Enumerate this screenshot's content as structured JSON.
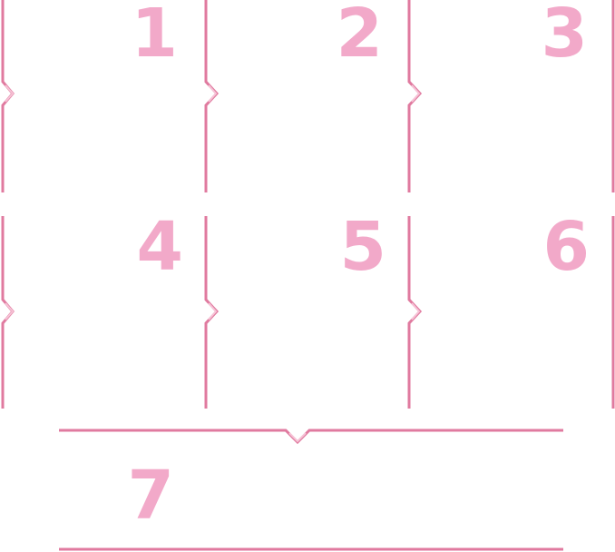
{
  "colors": {
    "line": "#e07a9f",
    "line_highlight": "#f6c3d6",
    "number": "#f2a9c9",
    "background": "#ffffff"
  },
  "steps": [
    {
      "number": "1"
    },
    {
      "number": "2"
    },
    {
      "number": "3"
    },
    {
      "number": "4"
    },
    {
      "number": "5"
    },
    {
      "number": "6"
    },
    {
      "number": "7"
    }
  ]
}
